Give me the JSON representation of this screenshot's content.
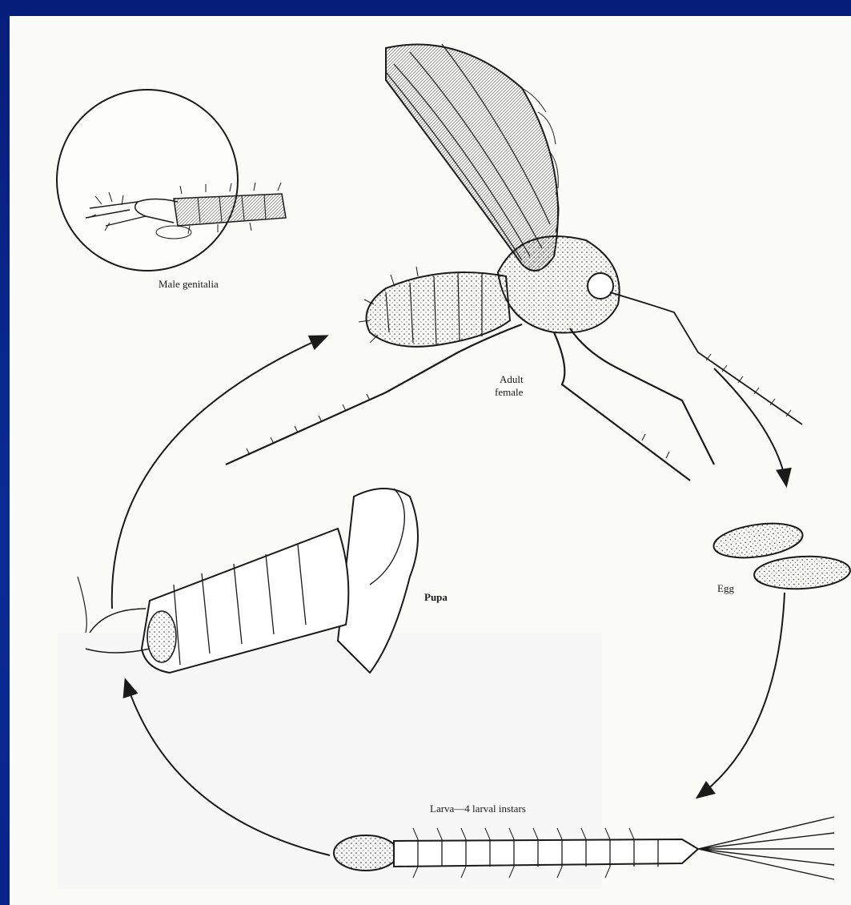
{
  "labels": {
    "male_genitalia": "Male genitalia",
    "adult_line1": "Adult",
    "adult_line2": "female",
    "egg": "Egg",
    "pupa": "Pupa",
    "larva": "Larva—4 larval instars"
  },
  "stages": [
    "adult-female",
    "egg",
    "larva",
    "pupa"
  ],
  "colors": {
    "background": "#0b2a8f",
    "paper": "#fbfbf8",
    "ink": "#1a1a1a"
  }
}
